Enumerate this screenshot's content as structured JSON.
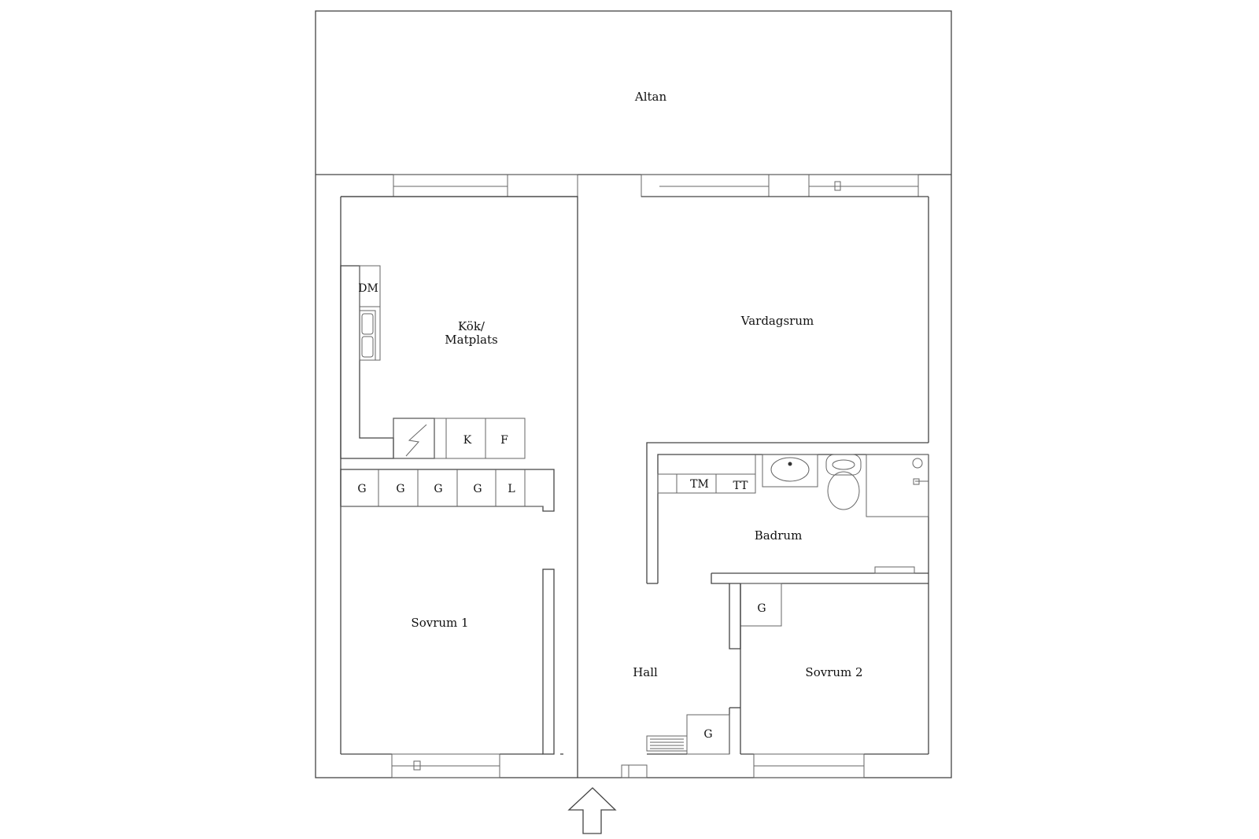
{
  "rooms": {
    "altan": "Altan",
    "kok_line1": "Kök/",
    "kok_line2": "Matplats",
    "vardagsrum": "Vardagsrum",
    "badrum": "Badrum",
    "sovrum1": "Sovrum 1",
    "sovrum2": "Sovrum 2",
    "hall": "Hall"
  },
  "fixtures": {
    "dishwasher": "DM",
    "fridge": "K",
    "freezer": "F",
    "wardrobes": [
      "G",
      "G",
      "G",
      "G"
    ],
    "linen": "L",
    "washer": "TM",
    "dryer": "TT",
    "wardrobe_sovrum2": "G",
    "wardrobe_hall": "G"
  },
  "icons": {
    "entrance": "entrance-arrow-icon",
    "stove": "stove-icon",
    "sink": "kitchen-sink-icon",
    "washbasin": "washbasin-icon",
    "toilet": "toilet-icon",
    "shower": "shower-icon",
    "radiator": "radiator-icon"
  }
}
